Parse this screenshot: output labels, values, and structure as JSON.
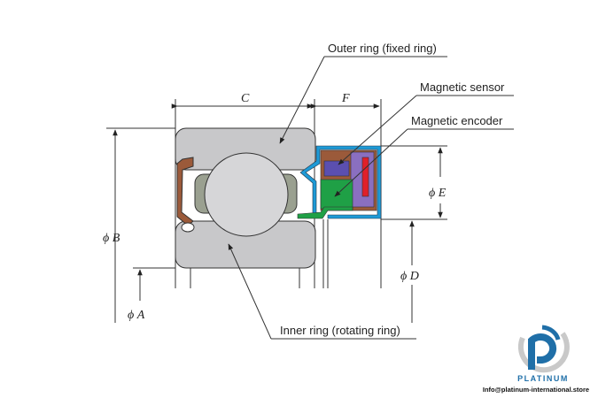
{
  "labels": {
    "outer_ring": "Outer ring (fixed ring)",
    "magnetic_sensor": "Magnetic sensor",
    "magnetic_encoder": "Magnetic encoder",
    "inner_ring": "Inner ring (rotating ring)"
  },
  "dimensions": {
    "C": "C",
    "F": "F",
    "B": "ϕ B",
    "A": "ϕ A",
    "E": "ϕ E",
    "D": "ϕ D"
  },
  "logo": {
    "brand": "PLATINUM",
    "email": "Info@platinum-international.store"
  },
  "colors": {
    "ring": "#c8c8ca",
    "seal": "#9b5a3a",
    "sensor_housing": "#1e9ad6",
    "sensor": "#5b4fb0",
    "encoder": "#1fa046",
    "magnet": "#e0202a",
    "cage": "#9aa090",
    "brand": "#1f6fa8"
  }
}
